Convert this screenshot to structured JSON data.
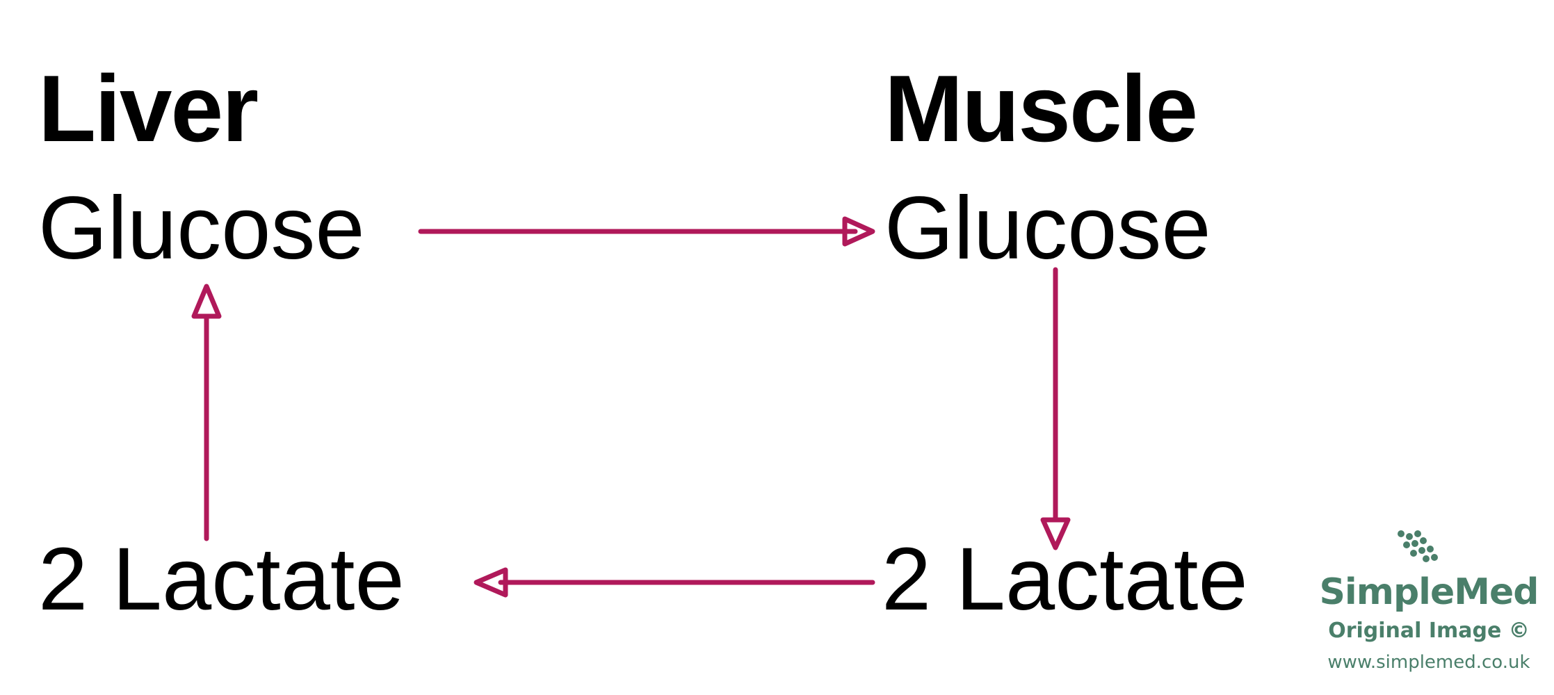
{
  "diagram": {
    "liver": {
      "heading": "Liver",
      "glucose": "Glucose",
      "lactate": "2 Lactate"
    },
    "muscle": {
      "heading": "Muscle",
      "glucose": "Glucose",
      "lactate": "2 Lactate"
    },
    "arrow_color": "#b0195a"
  },
  "watermark": {
    "name": "SimpleMed",
    "subtitle": "Original Image ©",
    "url": "www.simplemed.co.uk",
    "color": "#4a7f6a"
  }
}
